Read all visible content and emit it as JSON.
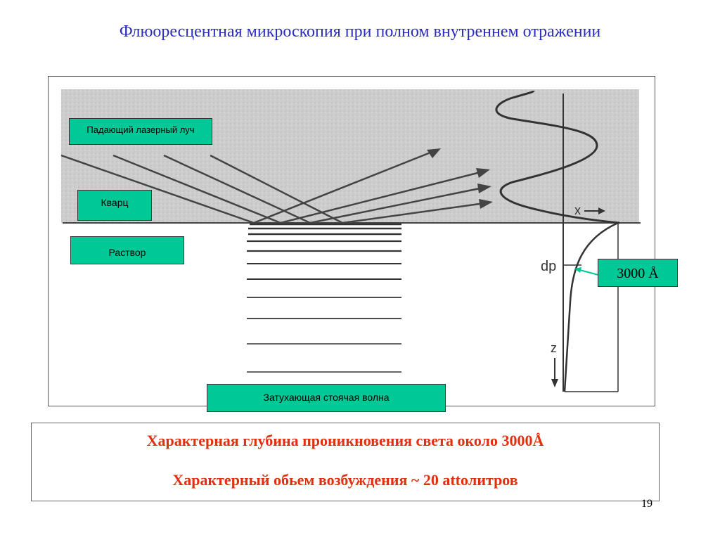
{
  "slide": {
    "title": "Флюоресцентная микроскопия при полном внутреннем отражении",
    "page_number": "19"
  },
  "figure": {
    "labels": {
      "laser_beam": "Падающий лазерный луч",
      "quartz": "Кварц",
      "solution": "Раствор",
      "evanescent_wave": "Затухающая стоячая волна",
      "depth_value": "3000 Å"
    },
    "axis_labels": {
      "x": "x",
      "dp": "dp",
      "z": "z"
    },
    "colors": {
      "label_fill": "#00c896",
      "quartz_fill": "#cfcfcf",
      "title": "#2b2bc0",
      "highlight_text": "#e03010"
    }
  },
  "info": {
    "line1": "Характерная глубина проникновения света около 3000Å",
    "line2": "Характерный обьем возбуждения  ~ 20 attoлитров"
  }
}
